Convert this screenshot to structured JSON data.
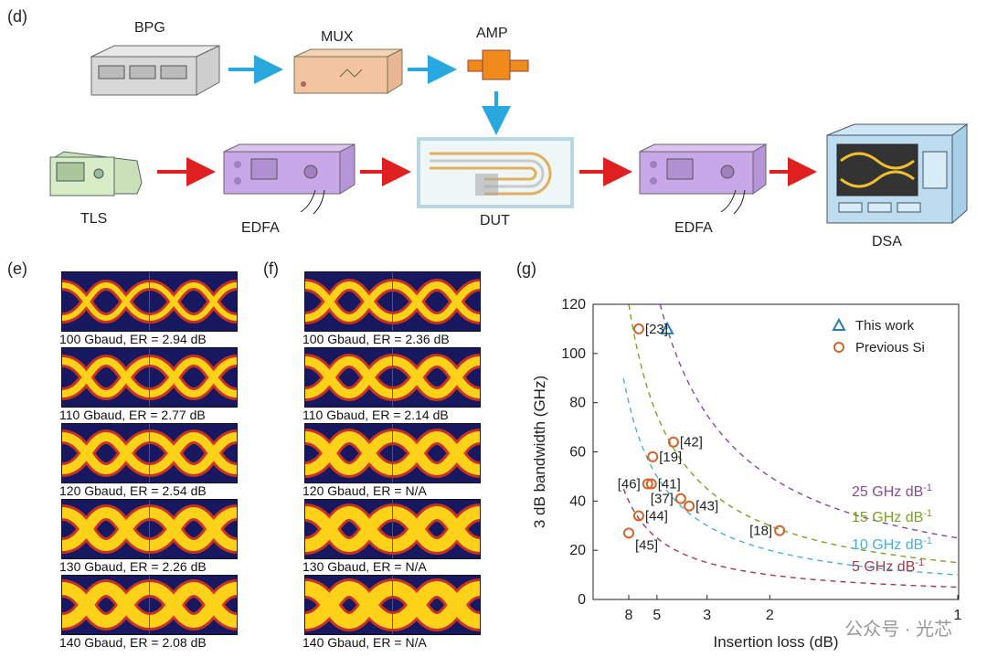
{
  "panels": {
    "d": "(d)",
    "e": "(e)",
    "f": "(f)",
    "g": "(g)"
  },
  "setup": {
    "bpg": "BPG",
    "mux": "MUX",
    "amp": "AMP",
    "tls": "TLS",
    "edfa1": "EDFA",
    "dut": "DUT",
    "edfa2": "EDFA",
    "dsa": "DSA"
  },
  "eyes_e": [
    "100 Gbaud, ER = 2.94 dB",
    "110 Gbaud, ER = 2.77 dB",
    "120 Gbaud, ER = 2.54 dB",
    "130 Gbaud, ER = 2.26 dB",
    "140 Gbaud, ER = 2.08 dB"
  ],
  "eyes_f": [
    "100 Gbaud, ER = 2.36 dB",
    "110 Gbaud, ER = 2.14 dB",
    "120 Gbaud, ER = N/A",
    "130 Gbaud, ER = N/A",
    "140 Gbaud, ER = N/A"
  ],
  "chart_data": {
    "type": "scatter",
    "xlabel": "Insertion loss (dB)",
    "ylabel": "3 dB bandwidth (GHz)",
    "x_reversed": true,
    "xticks": [
      "8",
      "5",
      "3",
      "2",
      "1"
    ],
    "yticks": [
      "0",
      "20",
      "40",
      "60",
      "80",
      "100",
      "120"
    ],
    "ylim": [
      0,
      120
    ],
    "legend_position": "top-right",
    "series": [
      {
        "name": "This work",
        "marker": "triangle",
        "color": "#2a7fa8",
        "points": [
          {
            "x": 4.4,
            "y": 110
          }
        ]
      },
      {
        "name": "Previous Si",
        "marker": "circle",
        "color": "#d2642a",
        "points": [
          {
            "x": 6.6,
            "y": 110,
            "label": "[23]"
          },
          {
            "x": 4.1,
            "y": 64,
            "label": "[42]"
          },
          {
            "x": 5.3,
            "y": 58,
            "label": "[19]"
          },
          {
            "x": 5.7,
            "y": 47,
            "label": "[46]"
          },
          {
            "x": 5.4,
            "y": 47,
            "label": "[41]"
          },
          {
            "x": 3.8,
            "y": 41,
            "label": "[37]"
          },
          {
            "x": 3.5,
            "y": 38,
            "label": "[43]"
          },
          {
            "x": 6.6,
            "y": 34,
            "label": "[44]"
          },
          {
            "x": 8.0,
            "y": 27,
            "label": "[45]"
          },
          {
            "x": 1.9,
            "y": 28,
            "label": "[18]"
          }
        ]
      }
    ],
    "fom_curves": [
      {
        "label": "25 GHz dB",
        "sup": "-1",
        "color": "#8a4a9a"
      },
      {
        "label": "15 GHz dB",
        "sup": "-1",
        "color": "#7aa22a"
      },
      {
        "label": "10 GHz dB",
        "sup": "-1",
        "color": "#4ab0d8"
      },
      {
        "label": "5 GHz dB",
        "sup": "-1",
        "color": "#a23a4a"
      }
    ]
  },
  "watermark": "公众号 · 光芯",
  "colors": {
    "blue_arrow": "#29a8e0",
    "red_arrow": "#e02020",
    "edfa": "#c8a8e8",
    "mux": "#f2c4a0",
    "amp": "#f08a1a"
  }
}
